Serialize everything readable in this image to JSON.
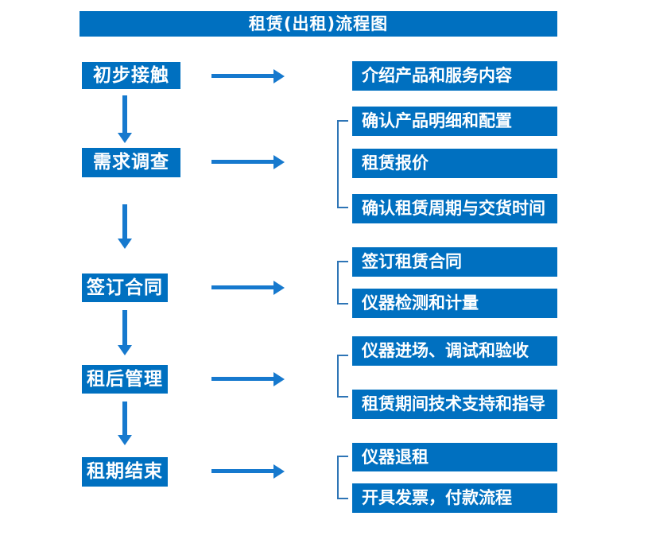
{
  "title": "租赁(出租)流程图",
  "colors": {
    "box_fill": "#0070C0",
    "arrow": "#1679CE",
    "bracket": "#2E75B6",
    "text": "#FFFFFF",
    "background": "#FFFFFF"
  },
  "steps": [
    {
      "label": "初步接触",
      "details": [
        "介绍产品和服务内容"
      ]
    },
    {
      "label": "需求调查",
      "details": [
        "确认产品明细和配置",
        "租赁报价",
        "确认租赁周期与交货时间"
      ]
    },
    {
      "label": "签订合同",
      "details": [
        "签订租赁合同",
        "仪器检测和计量"
      ]
    },
    {
      "label": "租后管理",
      "details": [
        "仪器进场、调试和验收",
        "租赁期间技术支持和指导"
      ]
    },
    {
      "label": "租期结束",
      "details": [
        "仪器退租",
        "开具发票，付款流程"
      ]
    }
  ]
}
